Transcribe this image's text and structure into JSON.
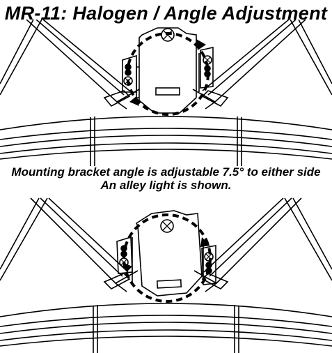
{
  "title": "MR-11: Halogen / Angle Adjustment",
  "caption_line1": "Mounting bracket angle is adjustable 7.5° to either side",
  "caption_line2": "An alley light is shown.",
  "figures": [
    {
      "name": "top-diagram",
      "adjust_deg": 0
    },
    {
      "name": "bottom-diagram",
      "adjust_deg": 7.5
    }
  ]
}
